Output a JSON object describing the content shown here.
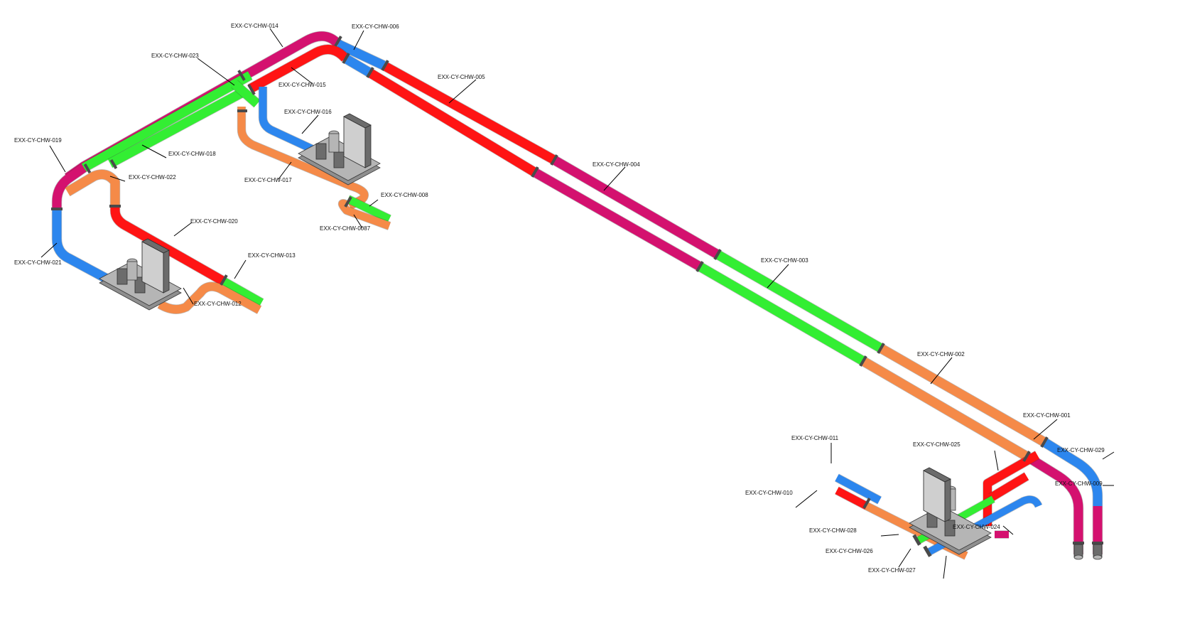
{
  "colors": {
    "supply_red": "#ff1414",
    "return_blue": "#2c86ee",
    "green": "#33ee33",
    "magenta": "#d4116f",
    "orange": "#f58a48",
    "equipment_grey": "#8f8f8f"
  },
  "labels": [
    {
      "id": "014",
      "text": "EXX-CY-CHW-014"
    },
    {
      "id": "006",
      "text": "EXX-CY-CHW-006"
    },
    {
      "id": "023",
      "text": "EXX-CY-CHW-023"
    },
    {
      "id": "015",
      "text": "EXX-CY-CHW-015"
    },
    {
      "id": "005",
      "text": "EXX-CY-CHW-005"
    },
    {
      "id": "016",
      "text": "EXX-CY-CHW-016"
    },
    {
      "id": "019",
      "text": "EXX-CY-CHW-019"
    },
    {
      "id": "018",
      "text": "EXX-CY-CHW-018"
    },
    {
      "id": "022",
      "text": "EXX-CY-CHW-022"
    },
    {
      "id": "017",
      "text": "EXX-CY-CHW-017"
    },
    {
      "id": "004",
      "text": "EXX-CY-CHW-004"
    },
    {
      "id": "008",
      "text": "EXX-CY-CHW-008"
    },
    {
      "id": "0087",
      "text": "EXX-CY-CHW-0087"
    },
    {
      "id": "020",
      "text": "EXX-CY-CHW-020"
    },
    {
      "id": "013",
      "text": "EXX-CY-CHW-013"
    },
    {
      "id": "021",
      "text": "EXX-CY-CHW-021"
    },
    {
      "id": "012",
      "text": "EXX-CY-CHW-012"
    },
    {
      "id": "003",
      "text": "EXX-CY-CHW-003"
    },
    {
      "id": "002",
      "text": "EXX-CY-CHW-002"
    },
    {
      "id": "001",
      "text": "EXX-CY-CHW-001"
    },
    {
      "id": "011",
      "text": "EXX-CY-CHW-011"
    },
    {
      "id": "025",
      "text": "EXX-CY-CHW-025"
    },
    {
      "id": "029",
      "text": "EXX-CY-CHW-029"
    },
    {
      "id": "010",
      "text": "EXX-CY-CHW-010"
    },
    {
      "id": "009",
      "text": "EXX-CY-CHW-009"
    },
    {
      "id": "024",
      "text": "EXX-CY-CHW-024"
    },
    {
      "id": "028",
      "text": "EXX-CY-CHW-028"
    },
    {
      "id": "026",
      "text": "EXX-CY-CHW-026"
    },
    {
      "id": "027",
      "text": "EXX-CY-CHW-027"
    }
  ]
}
